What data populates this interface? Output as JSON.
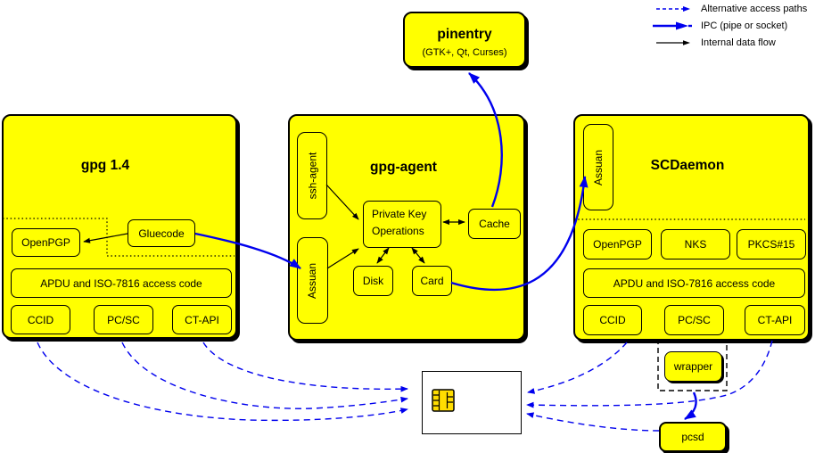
{
  "legend": {
    "items": [
      {
        "label": "Alternative access paths",
        "style": "blue-dashed-arrow"
      },
      {
        "label": "IPC (pipe or socket)",
        "style": "blue-ipc-arrow"
      },
      {
        "label": "Internal data flow",
        "style": "black-arrow"
      }
    ]
  },
  "pinentry": {
    "title": "pinentry",
    "subtitle": "(GTK+, Qt, Curses)"
  },
  "gpg14": {
    "title": "gpg 1.4",
    "openpgp": "OpenPGP",
    "gluecode": "Gluecode",
    "apdu": "APDU and ISO-7816 access code",
    "ccid": "CCID",
    "pcsc": "PC/SC",
    "ctapi": "CT-API"
  },
  "gpg_agent": {
    "title": "gpg-agent",
    "ssh_agent": "ssh-agent",
    "assuan": "Assuan",
    "pko_line1": "Private Key",
    "pko_line2": "Operations",
    "cache": "Cache",
    "disk": "Disk",
    "card": "Card"
  },
  "scdaemon": {
    "title": "SCDaemon",
    "assuan": "Assuan",
    "openpgp": "OpenPGP",
    "nks": "NKS",
    "pkcs15": "PKCS#15",
    "apdu": "APDU and ISO-7816 access code",
    "ccid": "CCID",
    "pcsc": "PC/SC",
    "ctapi": "CT-API"
  },
  "wrapper": {
    "label": "wrapper"
  },
  "pcsd": {
    "label": "pcsd"
  },
  "colors": {
    "box_fill": "#ffff00",
    "line_blue": "#0000ee",
    "line_black": "#000000",
    "card_fill": "#ffffff",
    "chip_fill": "#ffdd00"
  }
}
